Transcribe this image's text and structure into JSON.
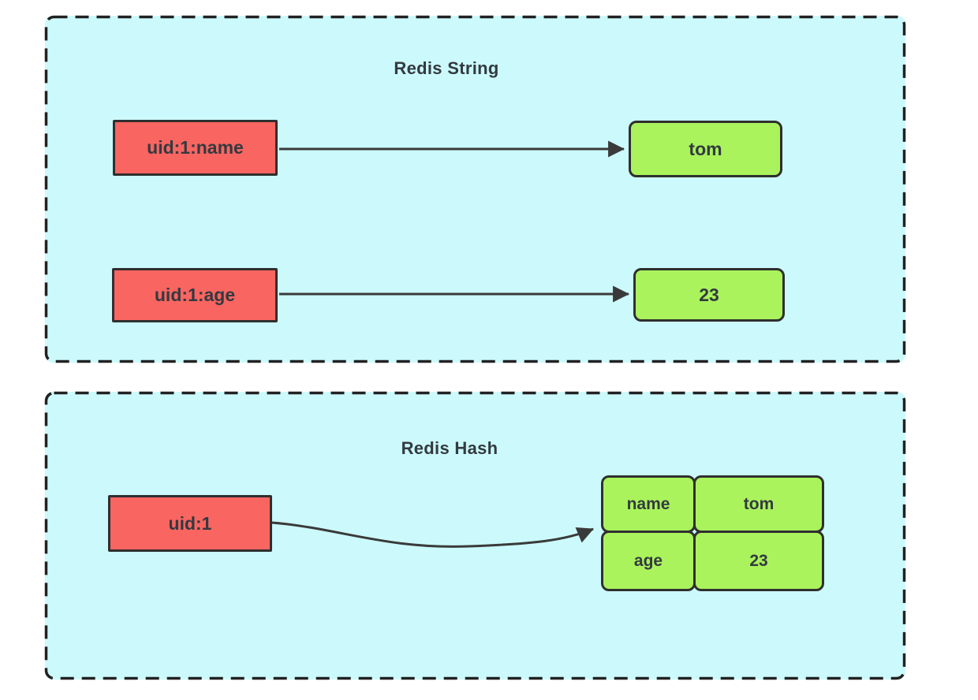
{
  "diagram": {
    "panels": [
      {
        "title": "Redis String",
        "rows": [
          {
            "key": "uid:1:name",
            "value": "tom"
          },
          {
            "key": "uid:1:age",
            "value": "23"
          }
        ]
      },
      {
        "title": "Redis Hash",
        "key": "uid:1",
        "hash_fields": [
          {
            "field": "name",
            "value": "tom"
          },
          {
            "field": "age",
            "value": "23"
          }
        ]
      }
    ],
    "colors": {
      "page_bg": "#ffffff",
      "panel_bg": "#ccfafc",
      "panel_border": "#222222",
      "key_fill": "#f96561",
      "value_fill": "#aaf35c",
      "box_border": "#2f2f2f",
      "arrow": "#3a3a3a",
      "text": "#333a40"
    }
  }
}
